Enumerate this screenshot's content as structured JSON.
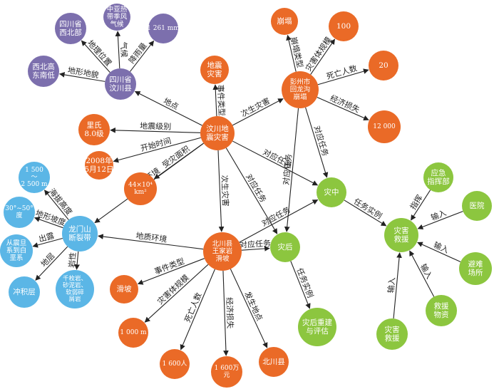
{
  "colors": {
    "event": "#ea6a27",
    "response": "#8cc63f",
    "geo": "#5bb6e6",
    "location": "#7c6fad",
    "edge": "#222222"
  },
  "nodes": {
    "n_quake": {
      "lines": [
        "汶川地",
        "震灾害"
      ],
      "type": "event"
    },
    "n_wenchuan": {
      "lines": [
        "四川省",
        "汶川县"
      ],
      "type": "location"
    },
    "n_sichuan_nw": {
      "lines": [
        "四川省",
        "西北部"
      ],
      "type": "location"
    },
    "n_climate": {
      "lines": [
        "中亚热",
        "带季风",
        "气候"
      ],
      "type": "location"
    },
    "n_1261": {
      "lines": [
        "1 261 mm"
      ],
      "type": "location"
    },
    "n_terrain": {
      "lines": [
        "西北高",
        "东南低"
      ],
      "type": "location"
    },
    "n_eq_disaster": {
      "lines": [
        "地震",
        "灾害"
      ],
      "type": "event"
    },
    "n_pengzhou": {
      "lines": [
        "彭州市",
        "回龙沟",
        "崩塌"
      ],
      "type": "event"
    },
    "n_collapse": {
      "lines": [
        "崩塌"
      ],
      "type": "event"
    },
    "n_100": {
      "lines": [
        "100"
      ],
      "type": "event"
    },
    "n_20": {
      "lines": [
        "20"
      ],
      "type": "event"
    },
    "n_12000": {
      "lines": [
        "12 000"
      ],
      "type": "event"
    },
    "n_mag": {
      "lines": [
        "里氏",
        "8.0级"
      ],
      "type": "event"
    },
    "n_date": {
      "lines": [
        "2008年",
        "5月12日"
      ],
      "type": "event"
    },
    "n_area": {
      "lines": [
        "44×10⁴",
        "km²"
      ],
      "type": "event"
    },
    "n_fault": {
      "lines": [
        "龙门山",
        "断裂带"
      ],
      "type": "geo"
    },
    "n_alt": {
      "lines": [
        "1 500",
        "～",
        "2 500 m"
      ],
      "type": "geo"
    },
    "n_slope": {
      "lines": [
        "30°~50°",
        "度"
      ],
      "type": "geo"
    },
    "n_outcrop": {
      "lines": [
        "从震旦",
        "系到白",
        "垩系"
      ],
      "type": "geo"
    },
    "n_alluvial": {
      "lines": [
        "冲积层"
      ],
      "type": "geo"
    },
    "n_rocks": {
      "lines": [
        "千枚岩、",
        "砂泥岩、",
        "软弱碎",
        "屑岩"
      ],
      "type": "geo"
    },
    "n_wangjia": {
      "lines": [
        "北川县",
        "王家岩",
        "滑坡"
      ],
      "type": "event"
    },
    "n_landslide": {
      "lines": [
        "滑坡"
      ],
      "type": "event"
    },
    "n_1000m": {
      "lines": [
        "1 000 m"
      ],
      "type": "event"
    },
    "n_1600": {
      "lines": [
        "1 600人"
      ],
      "type": "event"
    },
    "n_1600wan": {
      "lines": [
        "1 600万",
        "元"
      ],
      "type": "event"
    },
    "n_beichuan": {
      "lines": [
        "北川县"
      ],
      "type": "event"
    },
    "n_during": {
      "lines": [
        "灾中"
      ],
      "type": "response"
    },
    "n_after": {
      "lines": [
        "灾后"
      ],
      "type": "response"
    },
    "n_rescue": {
      "lines": [
        "灾害",
        "救援"
      ],
      "type": "response"
    },
    "n_cmd": {
      "lines": [
        "应急",
        "指挥部"
      ],
      "type": "response"
    },
    "n_hosp": {
      "lines": [
        "医院"
      ],
      "type": "response"
    },
    "n_shelter": {
      "lines": [
        "避难",
        "场所"
      ],
      "type": "response"
    },
    "n_supplies": {
      "lines": [
        "救援",
        "物资"
      ],
      "type": "response"
    },
    "n_rescue2": {
      "lines": [
        "灾害",
        "救援"
      ],
      "type": "response"
    },
    "n_recon": {
      "lines": [
        "灾后重建",
        "与评估"
      ],
      "type": "response"
    }
  },
  "edges": [
    {
      "from": "n_quake",
      "to": "n_wenchuan",
      "label": "地点"
    },
    {
      "from": "n_wenchuan",
      "to": "n_sichuan_nw",
      "label": "地理位置"
    },
    {
      "from": "n_wenchuan",
      "to": "n_climate",
      "label": "气候"
    },
    {
      "from": "n_wenchuan",
      "to": "n_1261",
      "label": "降雨量"
    },
    {
      "from": "n_wenchuan",
      "to": "n_terrain",
      "label": "地形地貌"
    },
    {
      "from": "n_quake",
      "to": "n_eq_disaster",
      "label": "事件类型"
    },
    {
      "from": "n_quake",
      "to": "n_pengzhou",
      "label": "次生灾害"
    },
    {
      "from": "n_pengzhou",
      "to": "n_collapse",
      "label": "崩塌类型"
    },
    {
      "from": "n_pengzhou",
      "to": "n_100",
      "label": "灾害体规模"
    },
    {
      "from": "n_pengzhou",
      "to": "n_20",
      "label": "死亡人数"
    },
    {
      "from": "n_pengzhou",
      "to": "n_12000",
      "label": "经济损失"
    },
    {
      "from": "n_pengzhou",
      "to": "n_during",
      "label": "对应任务"
    },
    {
      "from": "n_pengzhou",
      "to": "n_after",
      "label": "对应任务"
    },
    {
      "from": "n_quake",
      "to": "n_mag",
      "label": "地震级别"
    },
    {
      "from": "n_quake",
      "to": "n_date",
      "label": "开始时间"
    },
    {
      "from": "n_quake",
      "to": "n_area",
      "label": "受灾面积"
    },
    {
      "from": "n_quake",
      "to": "n_fault",
      "label": "地质环境"
    },
    {
      "from": "n_quake",
      "to": "n_during",
      "label": "对应任务"
    },
    {
      "from": "n_quake",
      "to": "n_after",
      "label": "对应任务"
    },
    {
      "from": "n_quake",
      "to": "n_wangjia",
      "label": "次生灾害"
    },
    {
      "from": "n_fault",
      "to": "n_alt",
      "label": "海拔高度"
    },
    {
      "from": "n_fault",
      "to": "n_slope",
      "label": "地形坡度"
    },
    {
      "from": "n_fault",
      "to": "n_outcrop",
      "label": "出露"
    },
    {
      "from": "n_fault",
      "to": "n_alluvial",
      "label": "地层"
    },
    {
      "from": "n_fault",
      "to": "n_rocks",
      "label": "岩性"
    },
    {
      "from": "n_wangjia",
      "to": "n_fault",
      "label": "地质环境"
    },
    {
      "from": "n_wangjia",
      "to": "n_landslide",
      "label": "事件类型"
    },
    {
      "from": "n_wangjia",
      "to": "n_1000m",
      "label": "灾害体规模"
    },
    {
      "from": "n_wangjia",
      "to": "n_1600",
      "label": "死亡人数"
    },
    {
      "from": "n_wangjia",
      "to": "n_1600wan",
      "label": "经济损失"
    },
    {
      "from": "n_wangjia",
      "to": "n_beichuan",
      "label": "发生地点"
    },
    {
      "from": "n_wangjia",
      "to": "n_during",
      "label": "对应任务"
    },
    {
      "from": "n_wangjia",
      "to": "n_after",
      "label": "对应任务"
    },
    {
      "from": "n_during",
      "to": "n_rescue",
      "label": "任务实例"
    },
    {
      "from": "n_after",
      "to": "n_recon",
      "label": "任务实例"
    },
    {
      "from": "n_cmd",
      "to": "n_rescue",
      "label": "指挥"
    },
    {
      "from": "n_hosp",
      "to": "n_rescue",
      "label": "输入"
    },
    {
      "from": "n_shelter",
      "to": "n_rescue",
      "label": "输入"
    },
    {
      "from": "n_supplies",
      "to": "n_rescue",
      "label": "输入"
    },
    {
      "from": "n_rescue2",
      "to": "n_rescue",
      "label": "输入"
    }
  ]
}
